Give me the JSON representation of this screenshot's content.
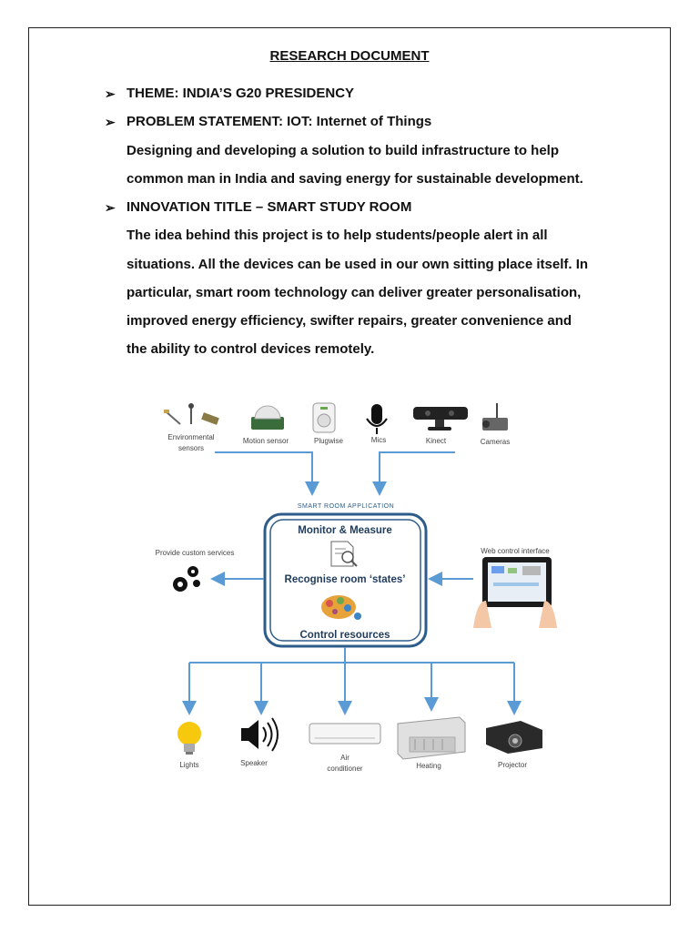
{
  "document": {
    "title": "RESEARCH DOCUMENT",
    "bullets": [
      {
        "marker": "➢",
        "text": "THEME: INDIA’S G20 PRESIDENCY"
      },
      {
        "marker": "➢",
        "text": "PROBLEM STATEMENT: IOT: Internet of Things"
      },
      {
        "marker": "➢",
        "text": "INNOVATION TITLE – SMART STUDY ROOM"
      }
    ],
    "problem_lines": [
      "Designing and developing a solution to build infrastructure to help",
      "common man in India and saving energy for sustainable development."
    ],
    "innovation_lines": [
      "The idea behind this project is to help students/people alert in all",
      "situations. All the devices can be used in our own sitting place itself. In",
      "particular, smart room technology can deliver greater personalisation,",
      "improved energy efficiency, swifter repairs, greater convenience and",
      "the ability to control devices remotely."
    ]
  },
  "diagram": {
    "inputs": {
      "env1": "Environmental",
      "env2": "sensors",
      "motion": "Motion sensor",
      "plugwise": "Plugwise",
      "mics": "Mics",
      "kinect": "Kinect",
      "cameras": "Cameras"
    },
    "app_label": "SMART ROOM APPLICATION",
    "box": {
      "monitor": "Monitor & Measure",
      "recognise": "Recognise room ‘states’",
      "control": "Control resources"
    },
    "left_label": "Provide custom services",
    "right_label": "Web control interface",
    "outputs": {
      "lights": "Lights",
      "speaker": "Speaker",
      "ac1": "Air",
      "ac2": "conditioner",
      "heating": "Heating",
      "projector": "Projector"
    },
    "colors": {
      "arrow": "#5b9bd5",
      "box": "#2e5c8a"
    }
  }
}
